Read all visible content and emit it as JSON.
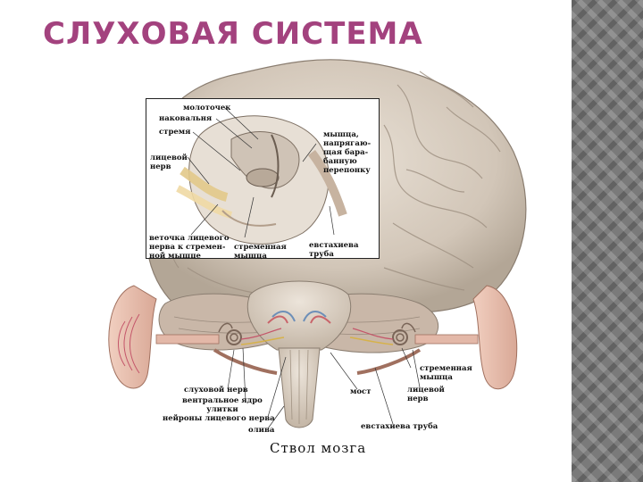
{
  "slide": {
    "title": "СЛУХОВАЯ СИСТЕМА",
    "accent_color": "#a3427e"
  },
  "figure": {
    "caption": "Ствол мозга",
    "inset_labels": {
      "malleus": "молоточек",
      "incus": "наковальня",
      "stapes": "стремя",
      "facial_nerve": "лицевой\nнерв",
      "tensor_tympani": "мышца,\nнапрягаю-\nщая бара-\nбанную\nперепонку",
      "facial_branch": "веточка лицевого\nнерва к стремен-\nной мышце",
      "stapedius": "стременная\nмышца",
      "eustachian": "евстахиева\nтруба"
    },
    "main_labels": {
      "auditory_nerve": "слуховой нерв",
      "ventral_nucleus": "вентральное ядро\nулитки",
      "facial_neurons": "нейроны лицевого нерва",
      "olive": "олива",
      "pons": "мост",
      "stapedius_right": "стременная\nмышца",
      "facial_nerve_right": "лицевой\nнерв",
      "eustachian_right": "евстахиева труба"
    }
  }
}
